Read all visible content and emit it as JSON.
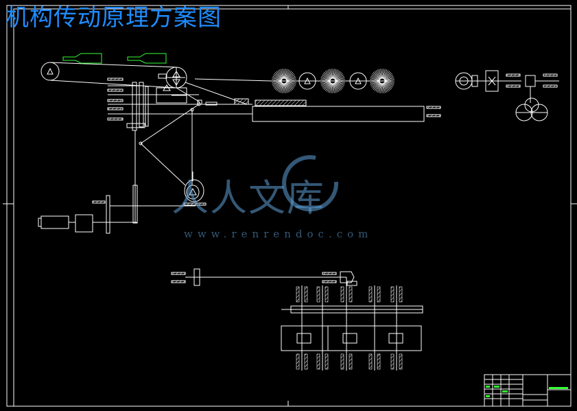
{
  "drawing": {
    "title": "机构传动原理方案图"
  },
  "watermark": {
    "text": "人人文库",
    "url": "www.renrendoc.com",
    "logo_icon": "renrendoc-logo-icon"
  },
  "colors": {
    "background": "#000000",
    "lines": "#ffffff",
    "title": "#1e8cff",
    "bottle_outline": "#33ff33",
    "watermark": "#5fa0d7"
  }
}
